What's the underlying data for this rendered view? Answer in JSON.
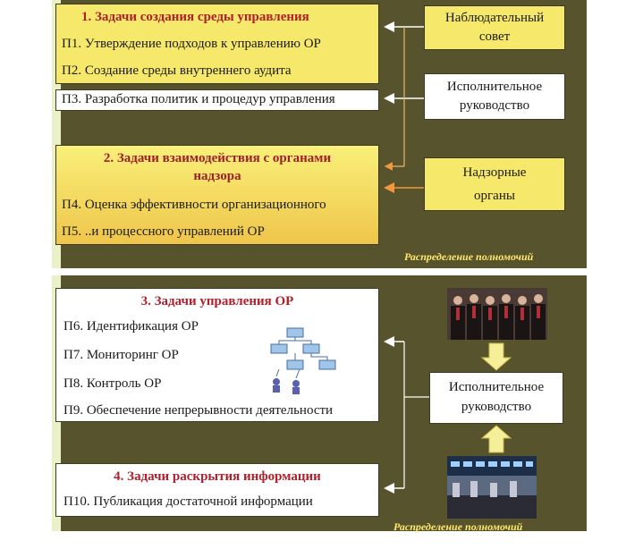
{
  "top": {
    "group1": {
      "title": "1.     Задачи создания среды управления",
      "items": [
        "П1. Утверждение подходов к управлению ОР",
        "П2. Создание среды  внутреннего аудита"
      ]
    },
    "item3": "П3. Разработка политик и процедур управления",
    "group2": {
      "title_line1": "2. Задачи взаимодействия с органами",
      "title_line2": "надзора",
      "items": [
        "П4. Оценка эффективности организационного",
        "П5. ..и процессного управлений ОР"
      ]
    },
    "right_boxes": [
      {
        "line1": "Наблюдательный",
        "line2": "совет"
      },
      {
        "line1": "Исполнительное",
        "line2": "руководство"
      },
      {
        "line1": "Надзорные",
        "line2": "органы"
      }
    ],
    "footer": "Распределение полномочий"
  },
  "bottom": {
    "group3": {
      "title": "3. Задачи управления ОР",
      "items": [
        "П6. Идентификация  ОР",
        "П7. Мониторинг ОР",
        "П8. Контроль ОР",
        "П9. Обеспечение непрерывности деятельности"
      ]
    },
    "group4": {
      "title": "4. Задачи раскрытия информации",
      "items": [
        "П10. Публикация достаточной информации"
      ]
    },
    "right_box": {
      "line1": "Исполнительное",
      "line2": "руководство"
    },
    "footer": "Распределение полномочий"
  }
}
